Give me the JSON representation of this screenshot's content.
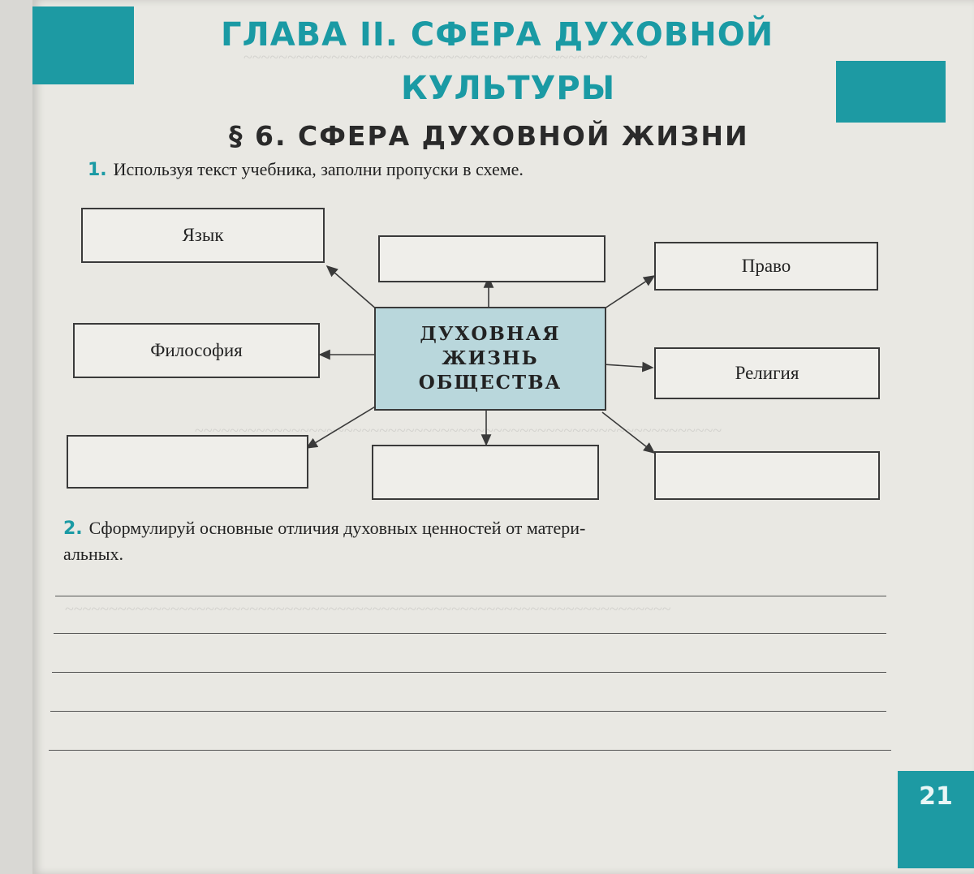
{
  "chapter": {
    "line1": "ГЛАВА II. СФЕРА ДУХОВНОЙ",
    "line2": "КУЛЬТУРЫ"
  },
  "section": {
    "title": "§ 6. СФЕРА ДУХОВНОЙ ЖИЗНИ"
  },
  "task1": {
    "number": "1.",
    "text": "Используя текст учебника, заполни пропуски в схеме."
  },
  "diagram": {
    "center": [
      "ДУХОВНАЯ",
      "ЖИЗНЬ",
      "ОБЩЕСТВА"
    ],
    "boxes": {
      "top_left": "Язык",
      "top_middle": "",
      "top_right": "Право",
      "mid_left": "Философия",
      "mid_right": "Религия",
      "bottom_left": "",
      "bottom_middle": "",
      "bottom_right": ""
    }
  },
  "task2": {
    "number": "2.",
    "line1": "Сформулируй основные отличия духовных ценностей от матери-",
    "line2": "альных."
  },
  "page_number": "21",
  "colors": {
    "accent": "#1d9aa3",
    "center_fill": "#b9d7dc"
  }
}
